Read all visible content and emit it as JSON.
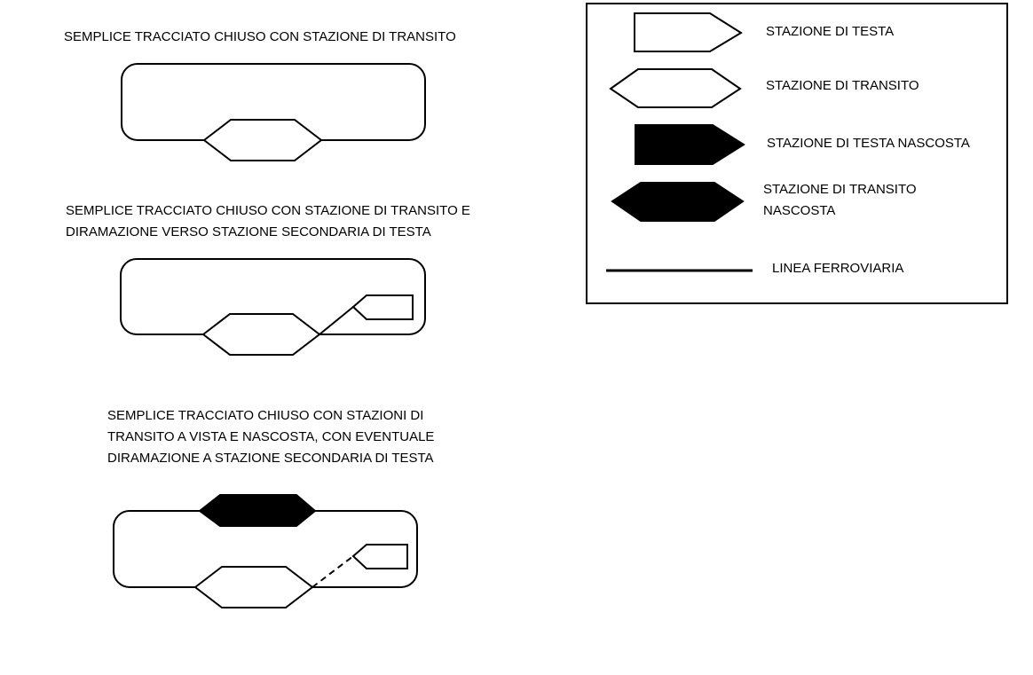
{
  "diagrams": [
    {
      "title_lines": [
        "SEMPLICE TRACCIATO CHIUSO CON STAZIONE DI TRANSITO"
      ]
    },
    {
      "title_lines": [
        "SEMPLICE TRACCIATO CHIUSO CON STAZIONE DI TRANSITO E",
        "DIRAMAZIONE VERSO STAZIONE SECONDARIA DI TESTA"
      ]
    },
    {
      "title_lines": [
        "SEMPLICE TRACCIATO CHIUSO CON STAZIONI DI",
        "TRANSITO A VISTA E NASCOSTA, CON EVENTUALE",
        "DIRAMAZIONE A STAZIONE SECONDARIA DI TESTA"
      ]
    }
  ],
  "legend": {
    "items": [
      {
        "symbol": "stazione-di-testa",
        "label_lines": [
          "STAZIONE DI TESTA"
        ]
      },
      {
        "symbol": "stazione-di-transito",
        "label_lines": [
          "STAZIONE DI TRANSITO"
        ]
      },
      {
        "symbol": "stazione-di-testa-nascosta",
        "label_lines": [
          "STAZIONE DI TESTA NASCOSTA"
        ]
      },
      {
        "symbol": "stazione-di-transito-nascosta",
        "label_lines": [
          "STAZIONE DI TRANSITO",
          "NASCOSTA"
        ]
      },
      {
        "symbol": "linea-ferroviaria",
        "label_lines": [
          "LINEA FERROVIARIA"
        ]
      }
    ]
  },
  "colors": {
    "line": "#000000",
    "background": "#ffffff",
    "hidden_station_fill": "#000000"
  }
}
